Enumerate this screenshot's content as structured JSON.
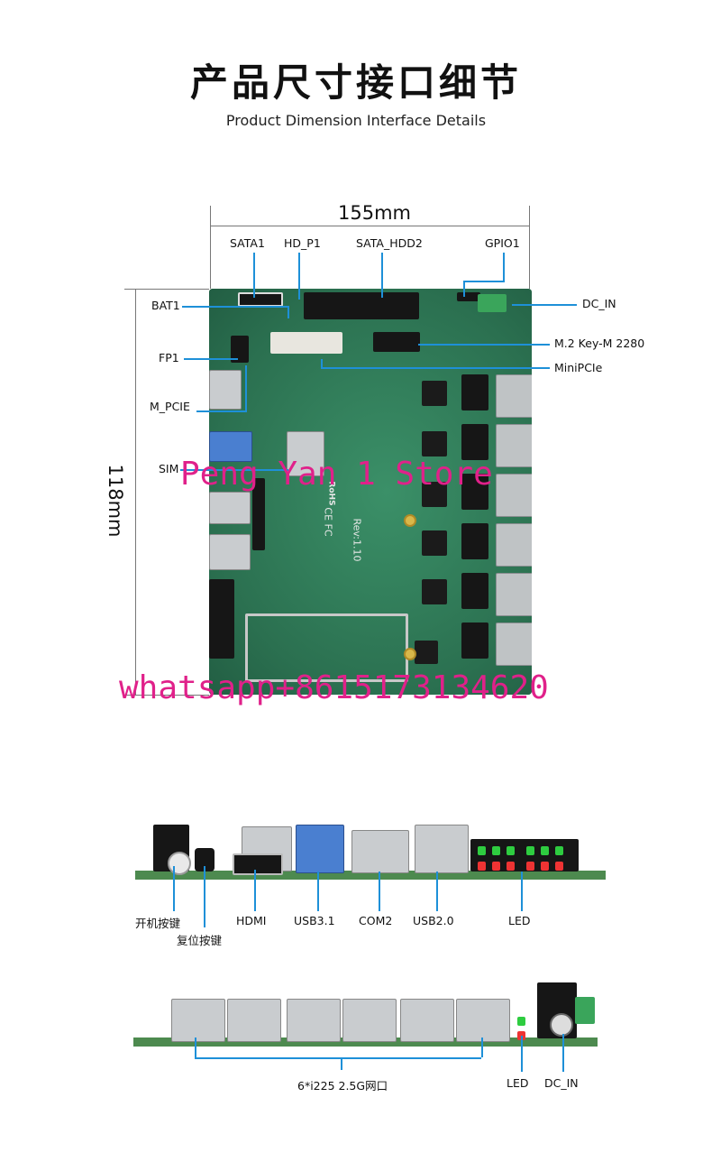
{
  "header": {
    "title": "产品尺寸接口细节",
    "subtitle": "Product Dimension Interface Details"
  },
  "dimensions": {
    "width_label": "155mm",
    "height_label": "118mm"
  },
  "top_labels": {
    "sata1": "SATA1",
    "hd_p1": "HD_P1",
    "sata_hdd2": "SATA_HDD2",
    "gpio1": "GPIO1"
  },
  "left_labels": {
    "bat1": "BAT1",
    "fp1": "FP1",
    "m_pcie": "M_PCIE",
    "sim": "SIM"
  },
  "right_labels": {
    "dc_in": "DC_IN",
    "m2": "M.2 Key-M 2280",
    "minipcie": "MiniPCIe"
  },
  "board_marks": {
    "rev": "Rev:1.10",
    "rohs": "RoHS",
    "ce_fc": "CE FC"
  },
  "watermarks": {
    "store": "Peng Yan 1 Store",
    "contact": "whatsapp+8615173134620"
  },
  "front_panel": {
    "power_button": "开机按键",
    "reset_button": "复位按键",
    "hdmi": "HDMI",
    "usb31": "USB3.1",
    "com2": "COM2",
    "usb20": "USB2.0",
    "led": "LED"
  },
  "rear_panel": {
    "lan": "6*i225 2.5G网口",
    "led": "LED",
    "dc_in": "DC_IN"
  },
  "colors": {
    "pcb": "#2e7a57",
    "callout": "#1e90d8",
    "watermark": "#e0218a"
  }
}
